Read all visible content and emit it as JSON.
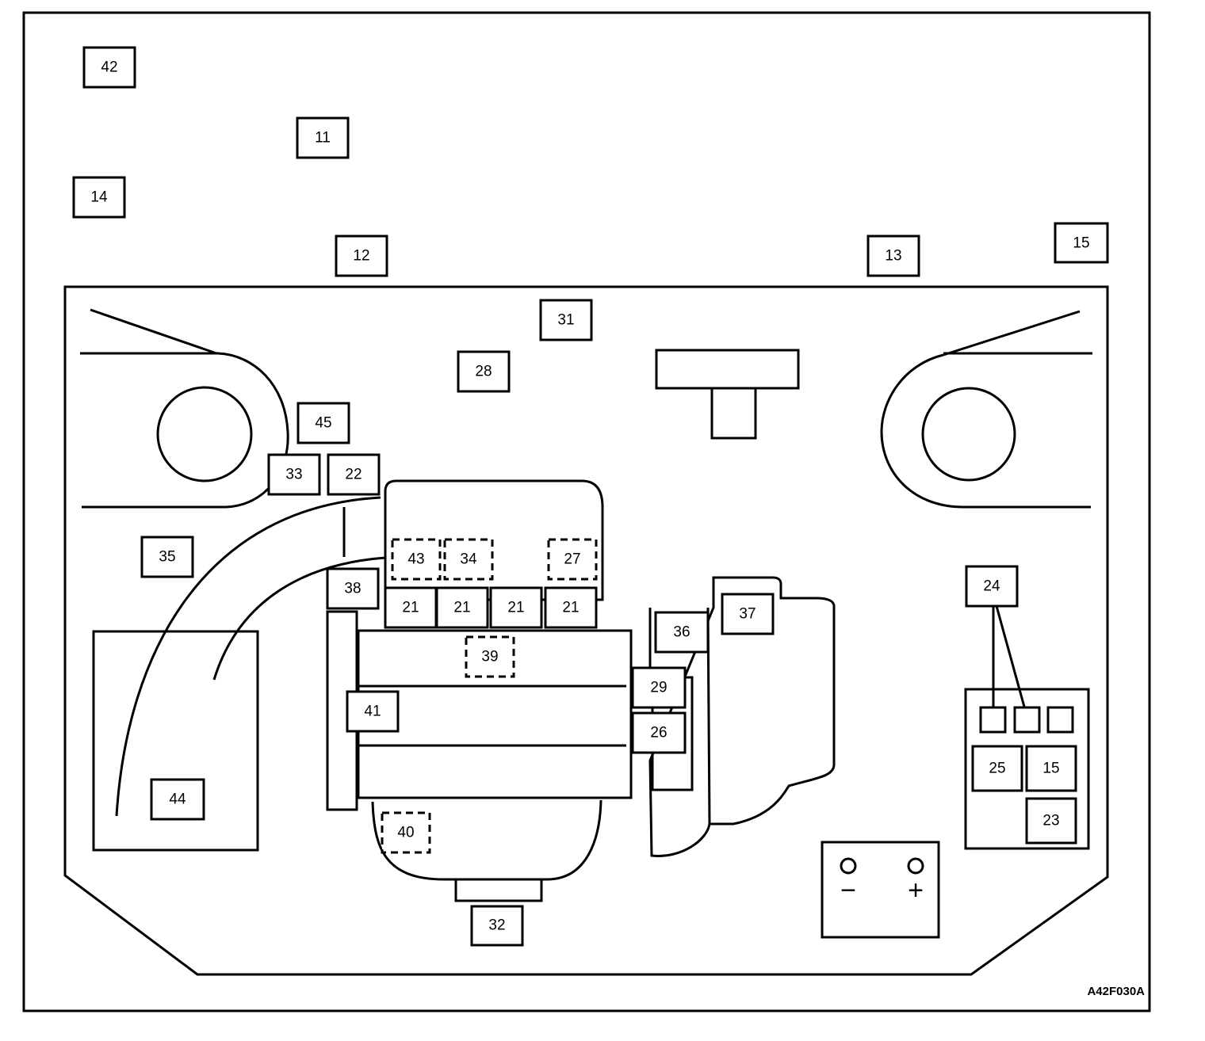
{
  "figure_code": "A42F030A",
  "battery": {
    "negative": "−",
    "positive": "+"
  },
  "callouts": [
    "42",
    "11",
    "14",
    "12",
    "13",
    "15",
    "31",
    "28",
    "45",
    "33",
    "22",
    "35",
    "43",
    "34",
    "27",
    "38",
    "21",
    "21",
    "21",
    "21",
    "39",
    "41",
    "29",
    "26",
    "36",
    "37",
    "44",
    "40",
    "32",
    "24",
    "25",
    "15",
    "23"
  ]
}
